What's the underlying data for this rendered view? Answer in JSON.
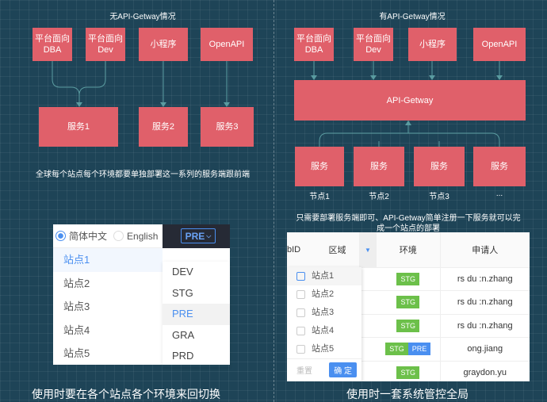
{
  "left_diagram": {
    "title": "无API-Getway情况",
    "clients": [
      "平台面向\nDBA",
      "平台面向\nDev",
      "小程序",
      "OpenAPI"
    ],
    "services": [
      "服务1",
      "服务2",
      "服务3"
    ],
    "note": "全球每个站点每个环境都要单独部署这一系列的服务端跟前端"
  },
  "right_diagram": {
    "title": "有API-Getway情况",
    "clients": [
      "平台面向\nDBA",
      "平台面向\nDev",
      "小程序",
      "OpenAPI"
    ],
    "gateway": "API-Getway",
    "nodes": [
      {
        "service": "服务",
        "label": "节点1"
      },
      {
        "service": "服务",
        "label": "节点2"
      },
      {
        "service": "服务",
        "label": "节点3"
      },
      {
        "service": "服务",
        "label": "..."
      }
    ],
    "note_line1": "只需要部署服务端即可、API-Getway简单注册一下服务就可以完",
    "note_line2": "成一个站点的部署"
  },
  "switcher": {
    "languages": [
      "简体中文",
      "English"
    ],
    "selected_language": "简体中文",
    "env_button": "PRE",
    "sites": [
      "站点1",
      "站点2",
      "站点3",
      "站点4",
      "站点5"
    ],
    "selected_site": "站点1",
    "envs": [
      "DEV",
      "STG",
      "PRE",
      "GRA",
      "PRD"
    ],
    "selected_env": "PRE"
  },
  "table": {
    "headers": [
      "bID",
      "区域",
      "环境",
      "申请人"
    ],
    "rows": [
      {
        "envs": [
          "STG"
        ],
        "applicant": "rs du :n.zhang"
      },
      {
        "envs": [
          "STG"
        ],
        "applicant": "rs du :n.zhang"
      },
      {
        "envs": [
          "STG"
        ],
        "applicant": "rs du :n.zhang"
      },
      {
        "envs": [
          "STG",
          "PRE"
        ],
        "applicant": "ong.jiang"
      },
      {
        "envs": [
          "STG"
        ],
        "applicant": "graydon.yu"
      }
    ],
    "filter": {
      "options": [
        "站点1",
        "站点2",
        "站点3",
        "站点4",
        "站点5"
      ],
      "reset": "重置",
      "confirm": "确 定"
    }
  },
  "captions": {
    "left": "使用时要在各个站点各个环境来回切换",
    "right": "使用时一套系统管控全局"
  },
  "colors": {
    "box": "#e0606a",
    "background": "#1e4457",
    "accent": "#4a8ff0",
    "tag_green": "#6cc04a"
  }
}
